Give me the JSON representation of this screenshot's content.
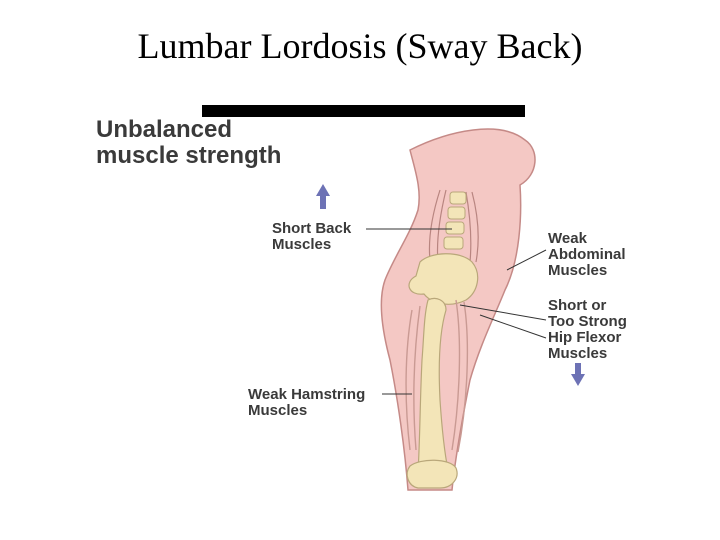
{
  "slide": {
    "title": "Lumbar Lordosis (Sway Back)"
  },
  "diagram": {
    "heading": [
      "Unbalanced",
      "muscle strength"
    ],
    "labels": {
      "short_back": [
        "Short Back",
        "Muscles"
      ],
      "weak_abdominal": [
        "Weak",
        "Abdominal",
        "Muscles"
      ],
      "hip_flexor": [
        "Short or",
        "Too Strong",
        "Hip Flexor",
        "Muscles"
      ],
      "hamstring": [
        "Weak Hamstring",
        "Muscles"
      ]
    },
    "colors": {
      "skin": "#f4c8c4",
      "skin_outline": "#c58a87",
      "bone": "#f3e5b8",
      "bone_outline": "#b9a77a",
      "muscle": "#c99a93",
      "arrow": "#6d72b5",
      "label_text": "#3a3a3a"
    }
  }
}
